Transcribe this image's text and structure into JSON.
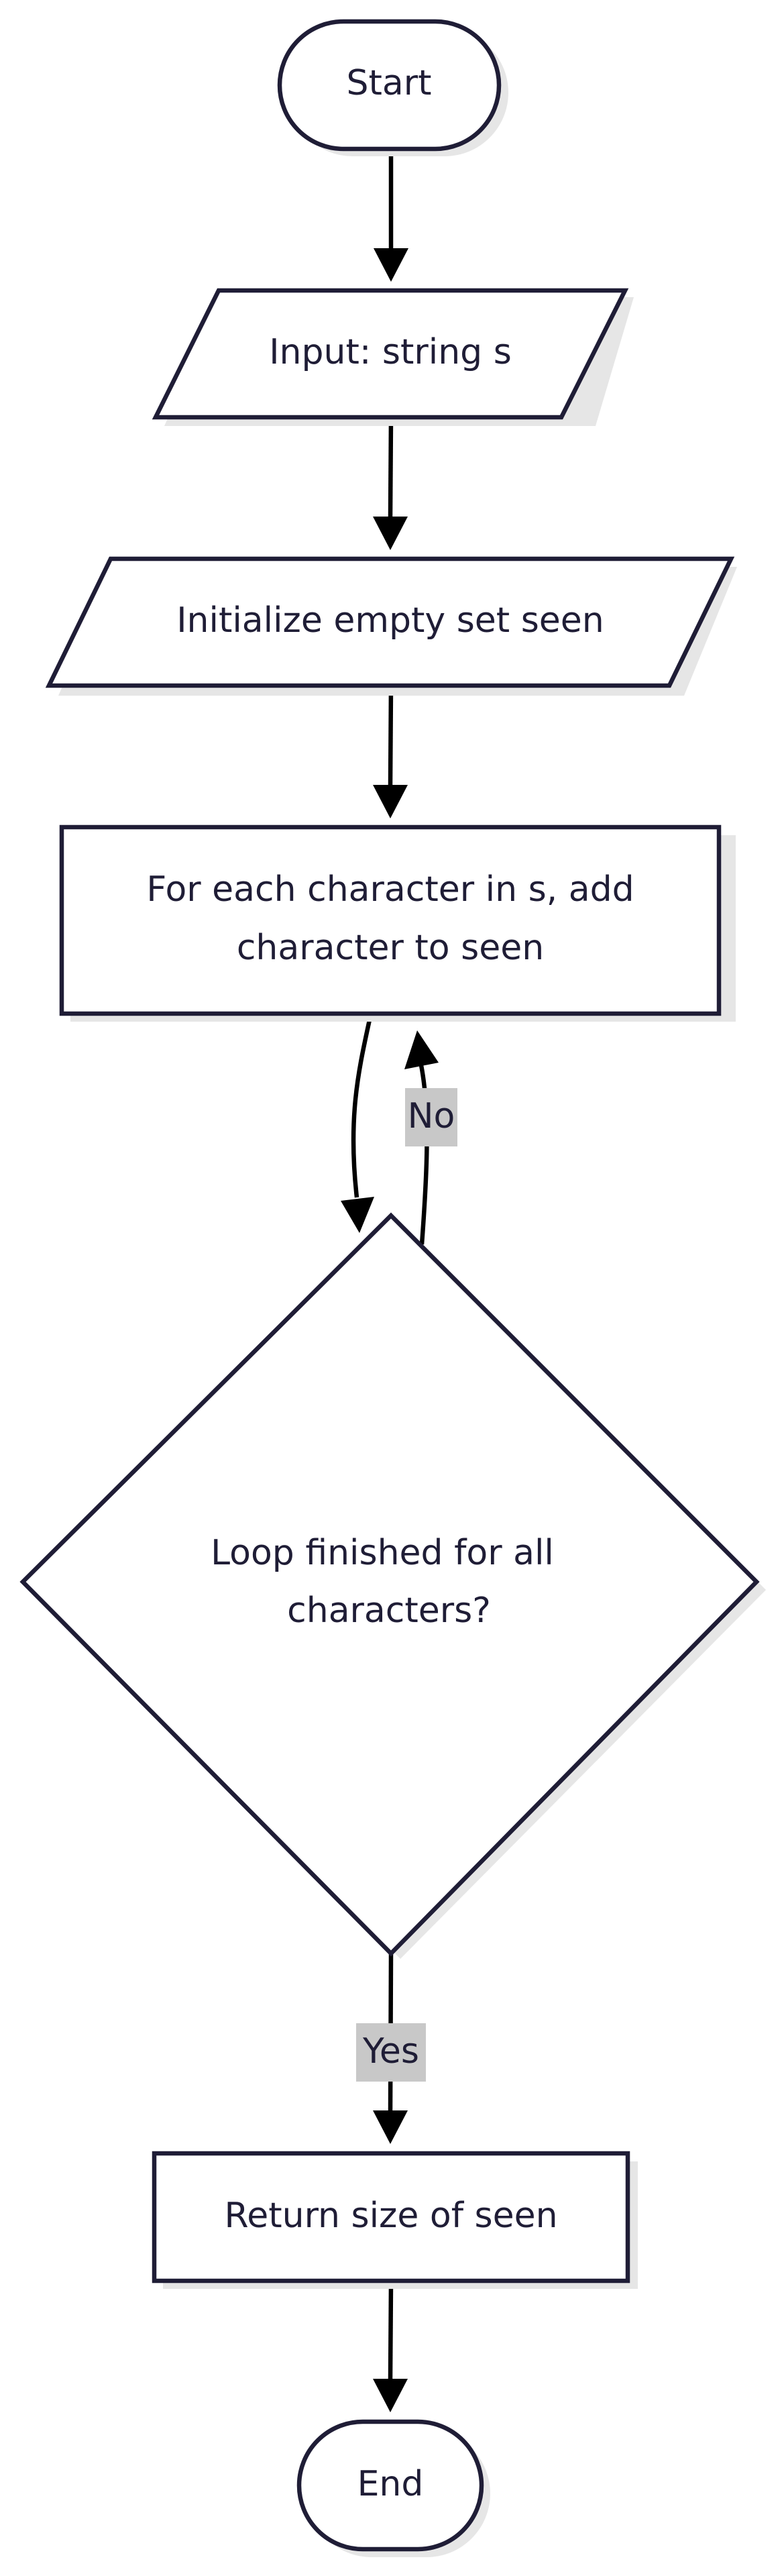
{
  "diagram": {
    "nodes": {
      "start": {
        "label": "Start"
      },
      "input": {
        "label": "Input: string s"
      },
      "init": {
        "label": "Initialize empty set seen"
      },
      "loop_line1": {
        "label": "For each character in s, add"
      },
      "loop_line2": {
        "label": "character to seen"
      },
      "decision_line1": {
        "label": "Loop finished for all"
      },
      "decision_line2": {
        "label": "characters?"
      },
      "return": {
        "label": "Return size of seen"
      },
      "end": {
        "label": "End"
      }
    },
    "edges": {
      "no_label": "No",
      "yes_label": "Yes"
    },
    "colors": {
      "node_stroke": "#1f1d36",
      "node_fill": "#ffffff",
      "edge": "#000000",
      "edge_label_bg": "#c8c8c8",
      "shadow": "#e6e6e6"
    }
  }
}
